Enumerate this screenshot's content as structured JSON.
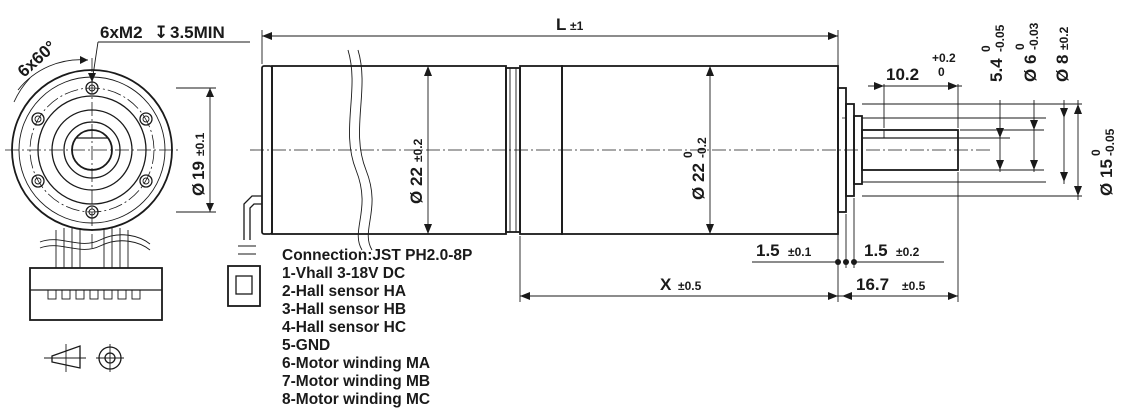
{
  "front_view": {
    "thread_note": "6xM2",
    "depth_note": "3.5MIN",
    "angle_note": "6x60°",
    "pcd_value": "19",
    "pcd_tol": "±0.1"
  },
  "body": {
    "length_label": "L",
    "length_tol": "±1",
    "dia_left_value": "22",
    "dia_left_tol": "±0.2",
    "dia_right_value": "22",
    "dia_right_tol_upper": "0",
    "dia_right_tol_lower": "-0.2",
    "x_label": "X",
    "x_tol": "±0.5"
  },
  "shaft": {
    "key_len_value": "10.2",
    "key_len_tol_upper": "+0.2",
    "key_len_tol_lower": "0",
    "flat_value": "5.4",
    "flat_tol_upper": "0",
    "flat_tol_lower": "-0.05",
    "shaft_dia_value": "6",
    "shaft_dia_tol_upper": "0",
    "shaft_dia_tol_lower": "-0.03",
    "hole_dia_value": "8",
    "hole_dia_tol": "±0.2",
    "pilot_dia_value": "15",
    "pilot_dia_tol_upper": "0",
    "pilot_dia_tol_lower": "-0.05",
    "step1_value": "1.5",
    "step1_tol": "±0.1",
    "step2_value": "1.5",
    "step2_tol": "±0.2",
    "shaft_len_value": "16.7",
    "shaft_len_tol": "±0.5"
  },
  "connection": {
    "title": "Connection:JST PH2.0-8P",
    "pins": [
      "1-Vhall 3-18V DC",
      "2-Hall sensor HA",
      "3-Hall sensor HB",
      "4-Hall sensor HC",
      "5-GND",
      "6-Motor winding MA",
      "7-Motor winding MB",
      "8-Motor winding MC"
    ]
  },
  "symbols": {
    "diameter_symbol": "Ø",
    "depth_symbol": "↧",
    "projection_symbol": "first-angle-projection-icon"
  }
}
